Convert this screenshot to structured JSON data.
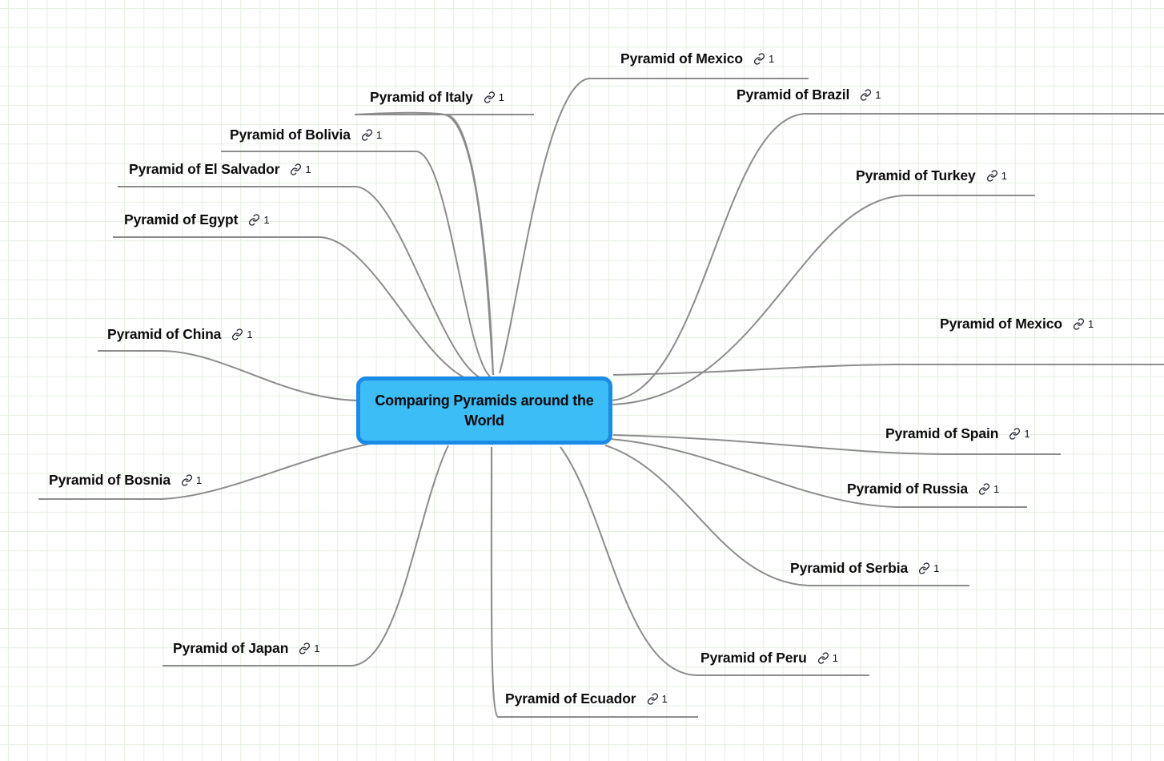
{
  "root": {
    "label": "Comparing Pyramids around the World",
    "fill_color": "#3dbdf5",
    "border_color": "#1a8ce8"
  },
  "canvas": {
    "grid_color": "#e4efe0",
    "background_color": "#ffffff",
    "branch_color": "#8c8c8c"
  },
  "icons": {
    "link": "link-icon"
  },
  "branches": [
    {
      "label": "Pyramid of Mexico",
      "count": "1"
    },
    {
      "label": "Pyramid of Italy",
      "count": "1"
    },
    {
      "label": "Pyramid of Bolivia",
      "count": "1"
    },
    {
      "label": "Pyramid of El Salvador",
      "count": "1"
    },
    {
      "label": "Pyramid of Egypt",
      "count": "1"
    },
    {
      "label": "Pyramid of China",
      "count": "1"
    },
    {
      "label": "Pyramid of Bosnia",
      "count": "1"
    },
    {
      "label": "Pyramid of Japan",
      "count": "1"
    },
    {
      "label": "Pyramid of Ecuador",
      "count": "1"
    },
    {
      "label": "Pyramid of Peru",
      "count": "1"
    },
    {
      "label": "Pyramid of Serbia",
      "count": "1"
    },
    {
      "label": "Pyramid of Russia",
      "count": "1"
    },
    {
      "label": "Pyramid of Spain",
      "count": "1"
    },
    {
      "label": "Pyramid of Mexico",
      "count": "1"
    },
    {
      "label": "Pyramid of Turkey",
      "count": "1"
    },
    {
      "label": "Pyramid of Brazil",
      "count": "1"
    }
  ]
}
